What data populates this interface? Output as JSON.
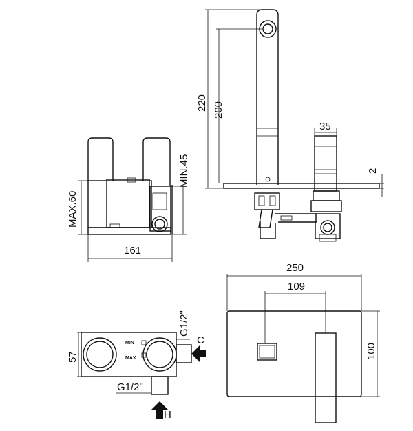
{
  "side_view": {
    "max_label": "MAX.60",
    "min_label": "MIN.45",
    "width_label": "161"
  },
  "spout_view": {
    "height_outer_label": "220",
    "height_inner_label": "200",
    "handle_width_label": "35",
    "plate_thickness_label": "2"
  },
  "top_view": {
    "depth_label": "57",
    "inlet_c_size_label": "G1/2\"",
    "inlet_h_size_label": "G1/2\"",
    "inlet_c_label": "C",
    "inlet_h_label": "H",
    "min_mark": "MIN",
    "max_mark": "MAX"
  },
  "front_plate": {
    "width_label": "250",
    "spacing_label": "109",
    "height_label": "100"
  }
}
